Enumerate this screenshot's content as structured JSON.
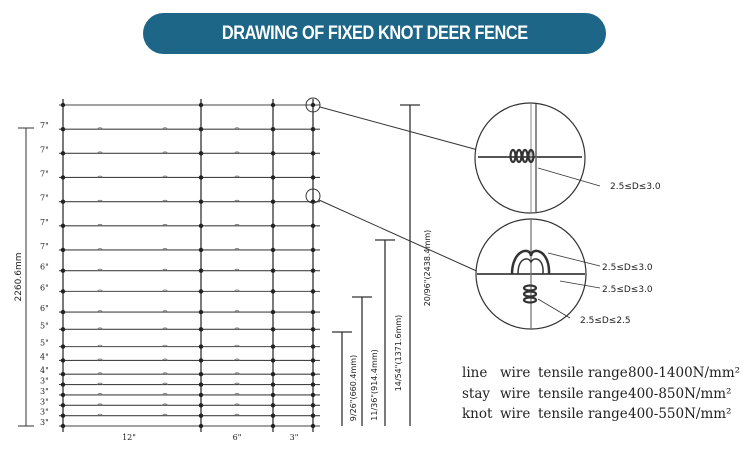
{
  "title": "DRAWING OF FIXED KNOT DEER FENCE",
  "colors": {
    "title_bg": "#1d6687",
    "line": "#333333",
    "text": "#222222"
  },
  "fence": {
    "spacings": [
      "7\"",
      "7\"",
      "7\"",
      "7\"",
      "7\"",
      "7\"",
      "6\"",
      "6\"",
      "6\"",
      "5\"",
      "5\"",
      "4\"",
      "4\"",
      "3\"",
      "3\"",
      "3\"",
      "3\"",
      "3\""
    ],
    "total_height": "2260.6mm",
    "stay_spacings": [
      "12\"",
      "6\"",
      "3\""
    ],
    "dimensions": [
      {
        "label": "20/96\"(2438.4mm)"
      },
      {
        "label": "14/54\"(1371.6mm)"
      },
      {
        "label": "11/36\"(914.4mm)"
      },
      {
        "label": "9/26\"(660.4mm)"
      }
    ]
  },
  "detail": {
    "top_label": "2.5≤D≤3.0",
    "bottom_labels": [
      "2.5≤D≤3.0",
      "2.5≤D≤3.0",
      "2.5≤D≤2.5"
    ]
  },
  "specs": [
    {
      "type": "line",
      "wire": "wire",
      "tensile": "tensile range",
      "value": "800-1400N/mm²"
    },
    {
      "type": "stay",
      "wire": "wire",
      "tensile": "tensile range",
      "value": "400-850N/mm²"
    },
    {
      "type": "knot",
      "wire": "wire",
      "tensile": "tensile range",
      "value": "400-550N/mm²"
    }
  ]
}
